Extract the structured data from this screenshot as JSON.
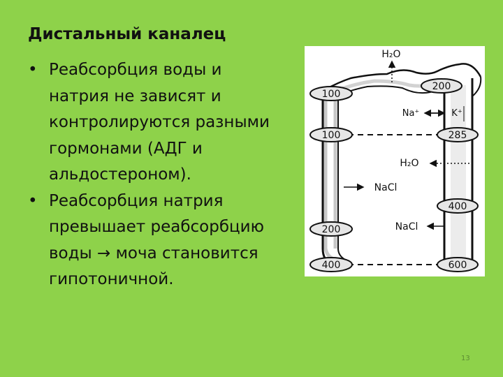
{
  "slide": {
    "title": "Дистальный каналец",
    "bullets": [
      "Реабсорбция воды и натрия не зависят и контролируются разными гормонами (АДГ и альдостероном).",
      "Реабсорбция натрия превышает реабсорбцию воды → моча становится гипотоничной."
    ],
    "bullet_symbol": "•",
    "page_number": "13"
  },
  "diagram": {
    "labels": {
      "h2o_top": "H₂O",
      "na": "Na⁺",
      "k": "K⁺",
      "h2o_mid": "H₂O",
      "nacl_left": "NaCl",
      "nacl_right": "NaCl"
    },
    "osmolarity": {
      "left_top": "100",
      "left_mid": "100",
      "left_low": "200",
      "left_bottom": "400",
      "right_top": "200",
      "right_mid": "285",
      "right_low": "400",
      "right_bottom": "600"
    }
  },
  "colors": {
    "background": "#8ed24a",
    "figure_bg": "#ffffff",
    "ink": "#111111",
    "oval_fill": "#e6e6e6"
  }
}
